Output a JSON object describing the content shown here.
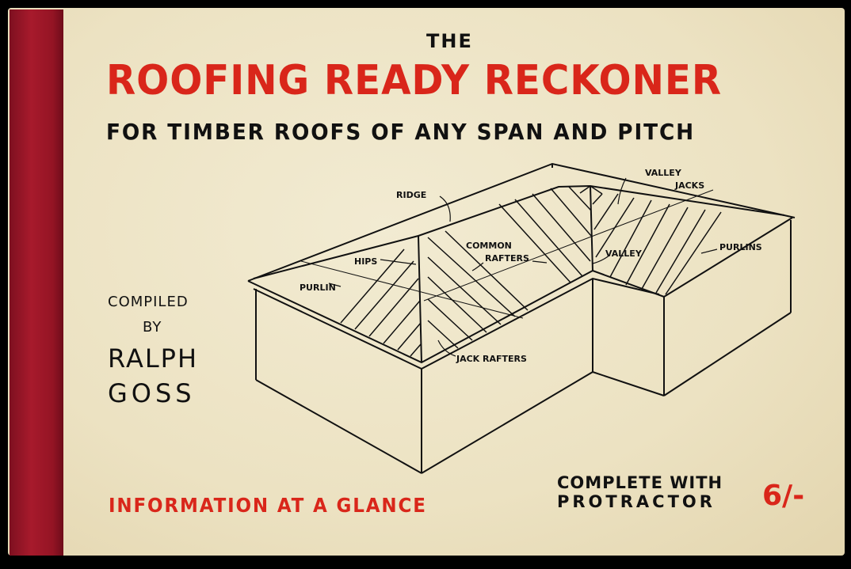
{
  "cover": {
    "the": "THE",
    "title": "ROOFING READY RECKONER",
    "subtitle": "FOR TIMBER ROOFS OF ANY SPAN AND PITCH",
    "compiled": "COMPILED",
    "by": "BY",
    "author_first": "RALPH",
    "author_last": "GOSS",
    "tagline": "INFORMATION AT A GLANCE",
    "complete_line1": "COMPLETE WITH",
    "complete_line2": "PROTRACTOR",
    "price": "6/-"
  },
  "diagram_labels": {
    "ridge": "RIDGE",
    "valley_jacks_1": "VALLEY",
    "valley_jacks_2": "JACKS",
    "hips": "HIPS",
    "common_rafters_1": "COMMON",
    "common_rafters_2": "RAFTERS",
    "valley": "VALLEY",
    "purlins": "PURLINS",
    "purlin": "PURLIN",
    "jack_rafters": "JACK RAFTERS"
  },
  "colors": {
    "accent_red": "#d9261a",
    "spine": "#a71a2c",
    "paper": "#efe6c8"
  }
}
